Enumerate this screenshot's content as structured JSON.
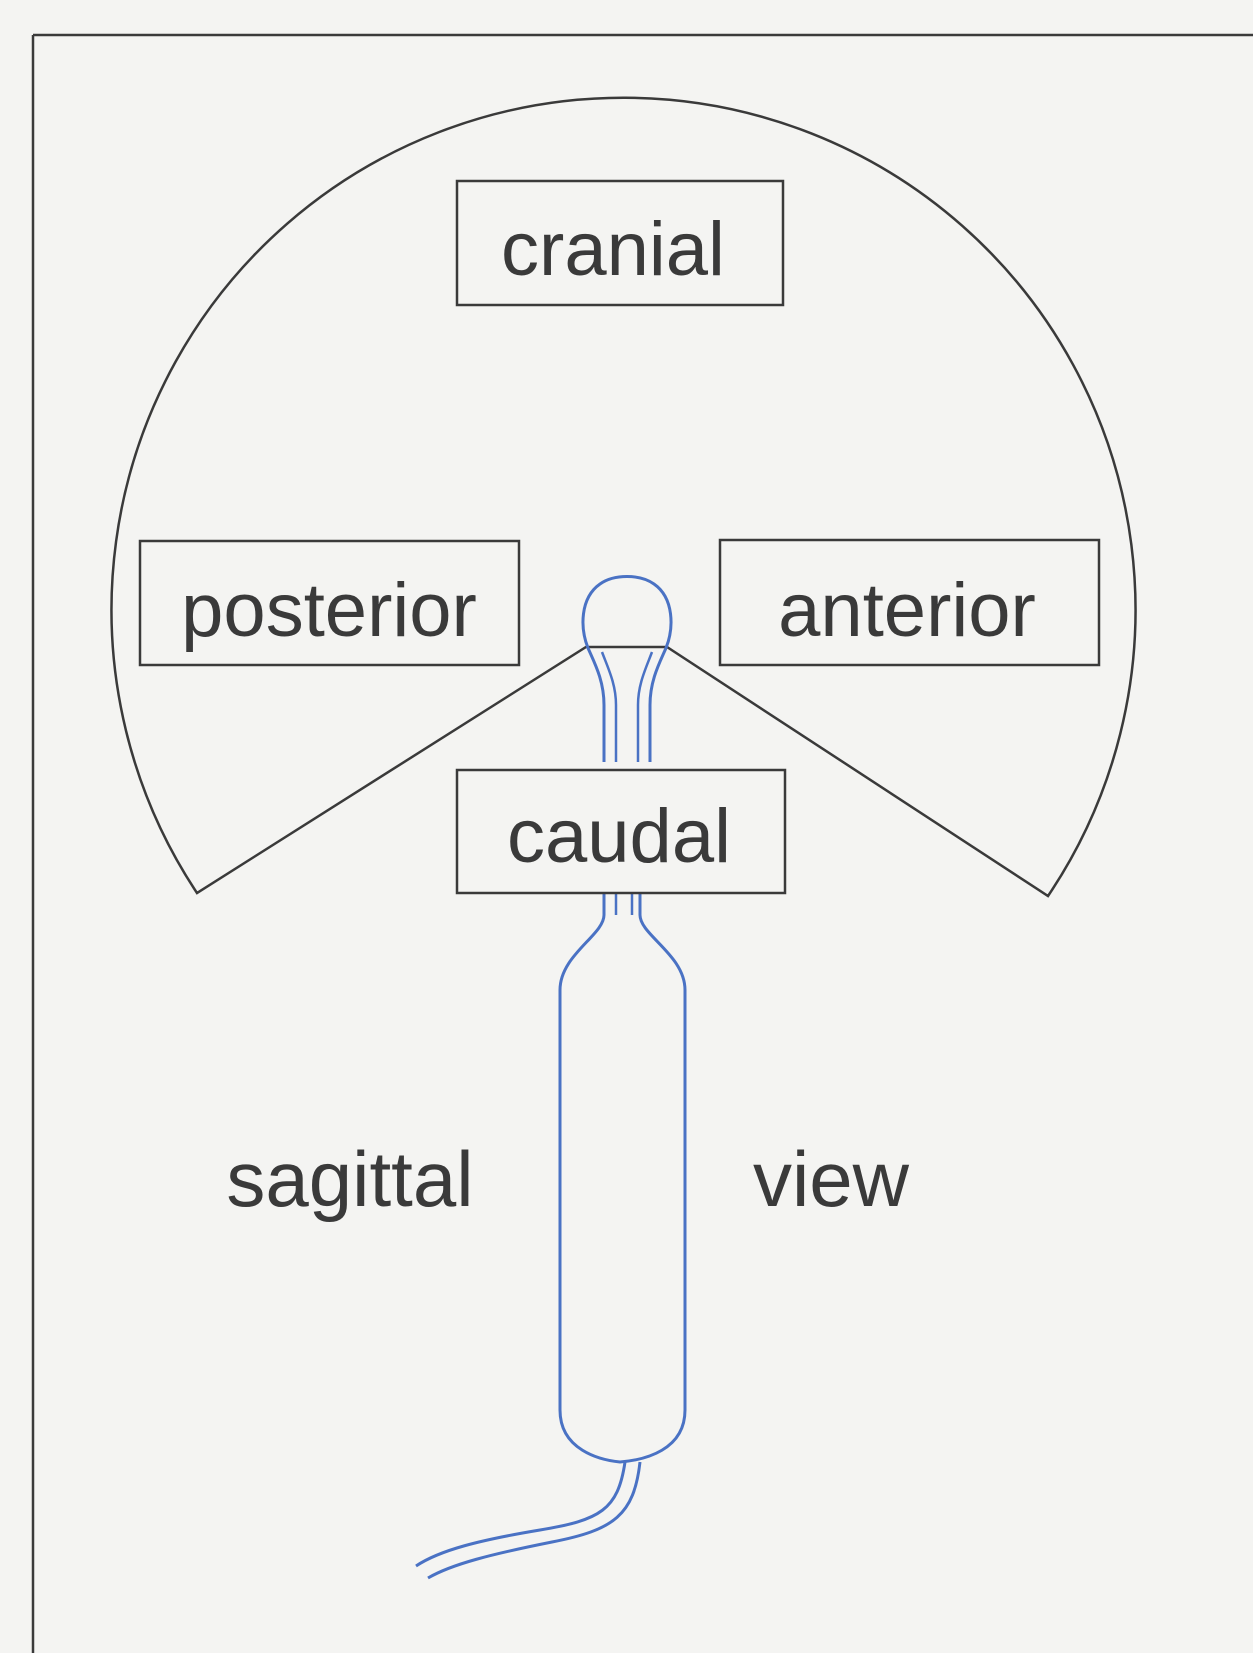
{
  "labels": {
    "cranial": "cranial",
    "posterior": "posterior",
    "anterior": "anterior",
    "caudal": "caudal",
    "sagittal": "sagittal",
    "view": "view"
  },
  "colors": {
    "background": "#f4f4f2",
    "line": "#3a3a3a",
    "device_outline": "#4a72c4"
  }
}
